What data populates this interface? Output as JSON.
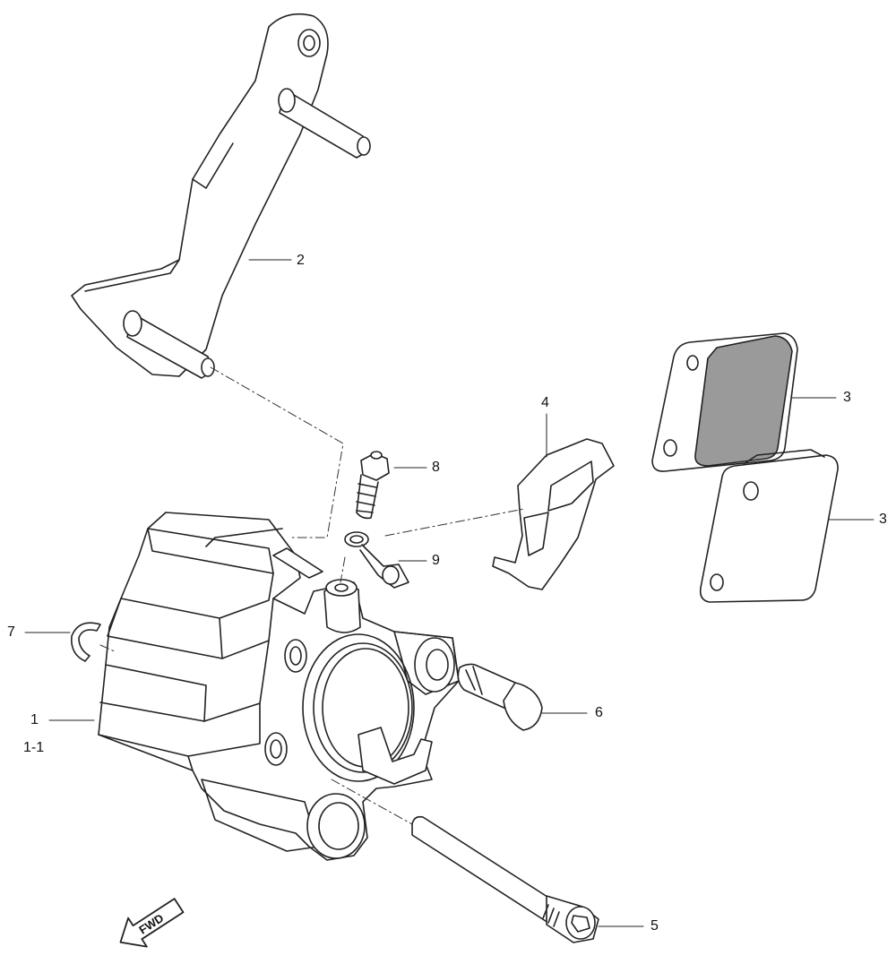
{
  "callouts": {
    "p1": "1",
    "p1_1": "1-1",
    "p2": "2",
    "p3a": "3",
    "p3b": "3",
    "p4": "4",
    "p5": "5",
    "p6": "6",
    "p7": "7",
    "p8": "8",
    "p9": "9"
  },
  "fwd_arrow": {
    "text": "FWD"
  },
  "colors": {
    "line": "#222222",
    "pad_friction": "#9a9a9a",
    "fill": "#ffffff"
  }
}
